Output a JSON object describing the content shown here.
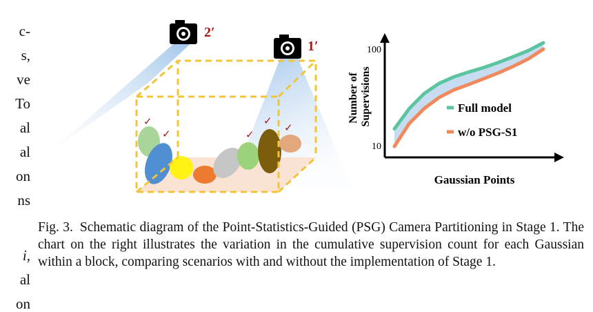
{
  "left_column_fragments": [
    "c-",
    "s,",
    "ve",
    "To",
    "al",
    "al",
    "on",
    "ns",
    "i,",
    "al",
    "on"
  ],
  "diagram": {
    "camera_2_label": "2′",
    "camera_1_label": "1′",
    "check_mark": "✓"
  },
  "chart_data": {
    "type": "line",
    "title": "",
    "xlabel": "Gaussian Points",
    "ylabel": "Number of Supervisions",
    "y_ticks": [
      "10",
      "100"
    ],
    "yscale": "log",
    "x_ticks_shown": false,
    "grid": false,
    "legend_position": "right-center",
    "series": [
      {
        "name": "Full model",
        "color": "#5cc4a0",
        "x": [
          0,
          0.1,
          0.2,
          0.3,
          0.4,
          0.5,
          0.6,
          0.7,
          0.8,
          0.9,
          1.0
        ],
        "y": [
          15,
          24,
          34,
          43,
          50,
          56,
          62,
          70,
          80,
          92,
          110
        ]
      },
      {
        "name": "w/o PSG-S1",
        "color": "#f08a5d",
        "x": [
          0,
          0.1,
          0.2,
          0.3,
          0.4,
          0.5,
          0.6,
          0.7,
          0.8,
          0.9,
          1.0
        ],
        "y": [
          10,
          17,
          24,
          31,
          37,
          42,
          48,
          55,
          64,
          76,
          95
        ]
      }
    ]
  },
  "caption": {
    "label": "Fig. 3.",
    "text": "Schematic diagram of the Point-Statistics-Guided (PSG) Camera Partitioning in Stage 1. The chart on the right illustrates the variation in the cumulative supervision count for each Gaussian within a block, comparing scenarios with and without the implementation of Stage 1."
  },
  "colors": {
    "camera_label": "#a01818",
    "box_outline": "#f2c43a",
    "floor": "#fbe0cf",
    "beam": "#a9c9ec"
  }
}
